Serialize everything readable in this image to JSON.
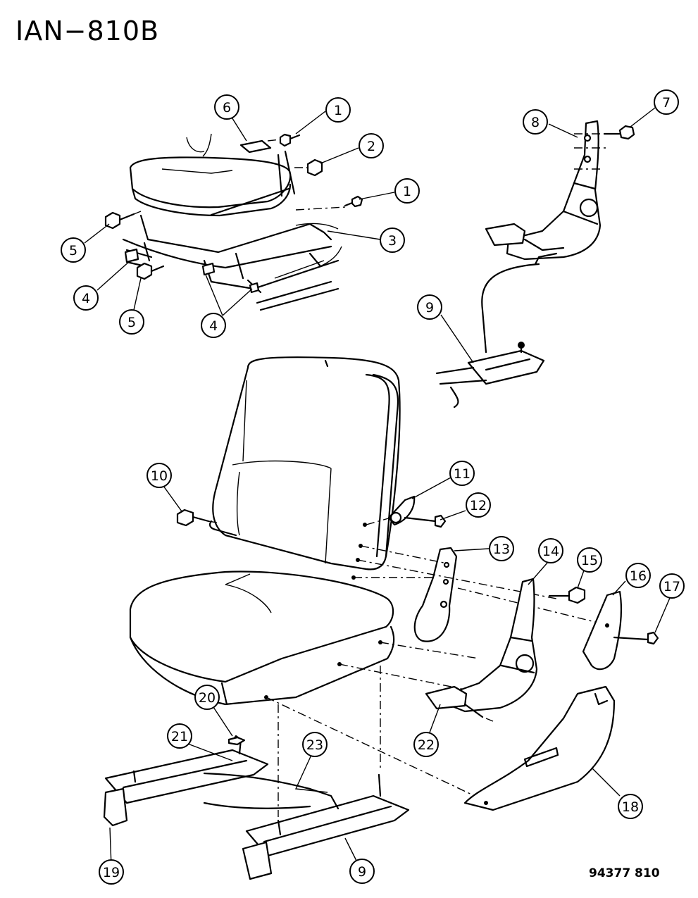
{
  "header": {
    "title": "IAN−810B"
  },
  "footer": {
    "ref_code": "94377 810"
  },
  "callouts": [
    {
      "label": "1"
    },
    {
      "label": "2"
    },
    {
      "label": "1"
    },
    {
      "label": "3"
    },
    {
      "label": "4"
    },
    {
      "label": "4"
    },
    {
      "label": "5"
    },
    {
      "label": "5"
    },
    {
      "label": "6"
    },
    {
      "label": "7"
    },
    {
      "label": "8"
    },
    {
      "label": "9"
    },
    {
      "label": "10"
    },
    {
      "label": "11"
    },
    {
      "label": "12"
    },
    {
      "label": "13"
    },
    {
      "label": "14"
    },
    {
      "label": "15"
    },
    {
      "label": "16"
    },
    {
      "label": "17"
    },
    {
      "label": "18"
    },
    {
      "label": "19"
    },
    {
      "label": "20"
    },
    {
      "label": "21"
    },
    {
      "label": "22"
    },
    {
      "label": "23"
    },
    {
      "label": "9"
    }
  ]
}
